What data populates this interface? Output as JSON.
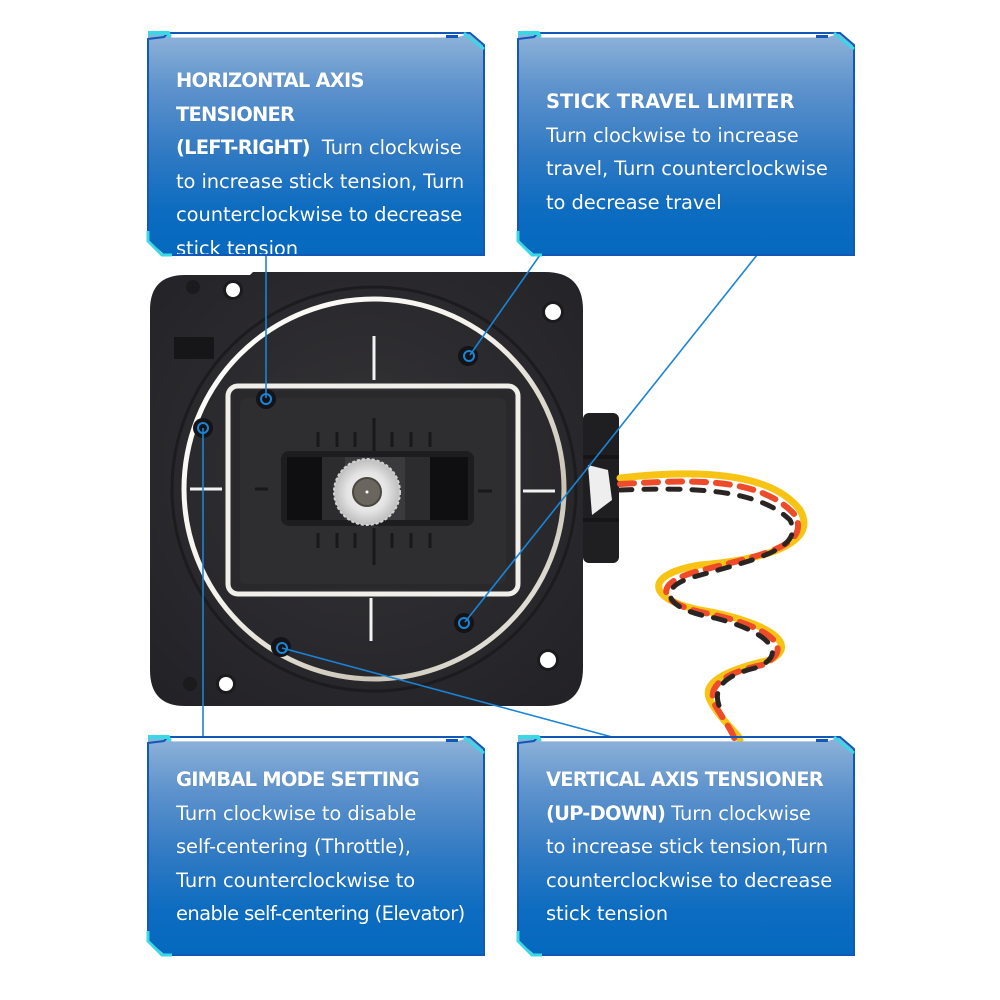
{
  "colors": {
    "box_top": "#8fb3d9",
    "box_bottom": "#0469bf",
    "frame_cyan": "#39d8e6",
    "frame_blue": "#1358b8",
    "leader_line": "#1a84d6",
    "gimbal_body": "#2c2b2e",
    "wire_red": "#ee4b2b",
    "wire_yellow": "#f7c416",
    "wire_black": "#2a2523"
  },
  "callouts": [
    {
      "id": "horizontal-axis-tensioner",
      "title": "HORIZONTAL AXIS TENSIONER",
      "title2": "(LEFT-RIGHT)",
      "lines": [
        "Turn clockwise",
        "to increase stick tension, Turn",
        "counterclockwise to decrease",
        "stick tension"
      ]
    },
    {
      "id": "stick-travel-limiter",
      "title": "STICK TRAVEL LIMITER",
      "lines": [
        "Turn clockwise to increase",
        "travel, Turn counterclockwise",
        "to decrease travel"
      ]
    },
    {
      "id": "gimbal-mode-setting",
      "title": "GIMBAL MODE SETTING",
      "lines": [
        "Turn clockwise to disable",
        "self-centering (Throttle),",
        "Turn counterclockwise to",
        "enable self-centering (Elevator)"
      ]
    },
    {
      "id": "vertical-axis-tensioner",
      "title": "VERTICAL AXIS TENSIONER",
      "title2": "(UP-DOWN)",
      "lines": [
        "Turn clockwise",
        "to increase stick tension,Turn",
        "counterclockwise to decrease",
        "stick tension"
      ]
    }
  ]
}
